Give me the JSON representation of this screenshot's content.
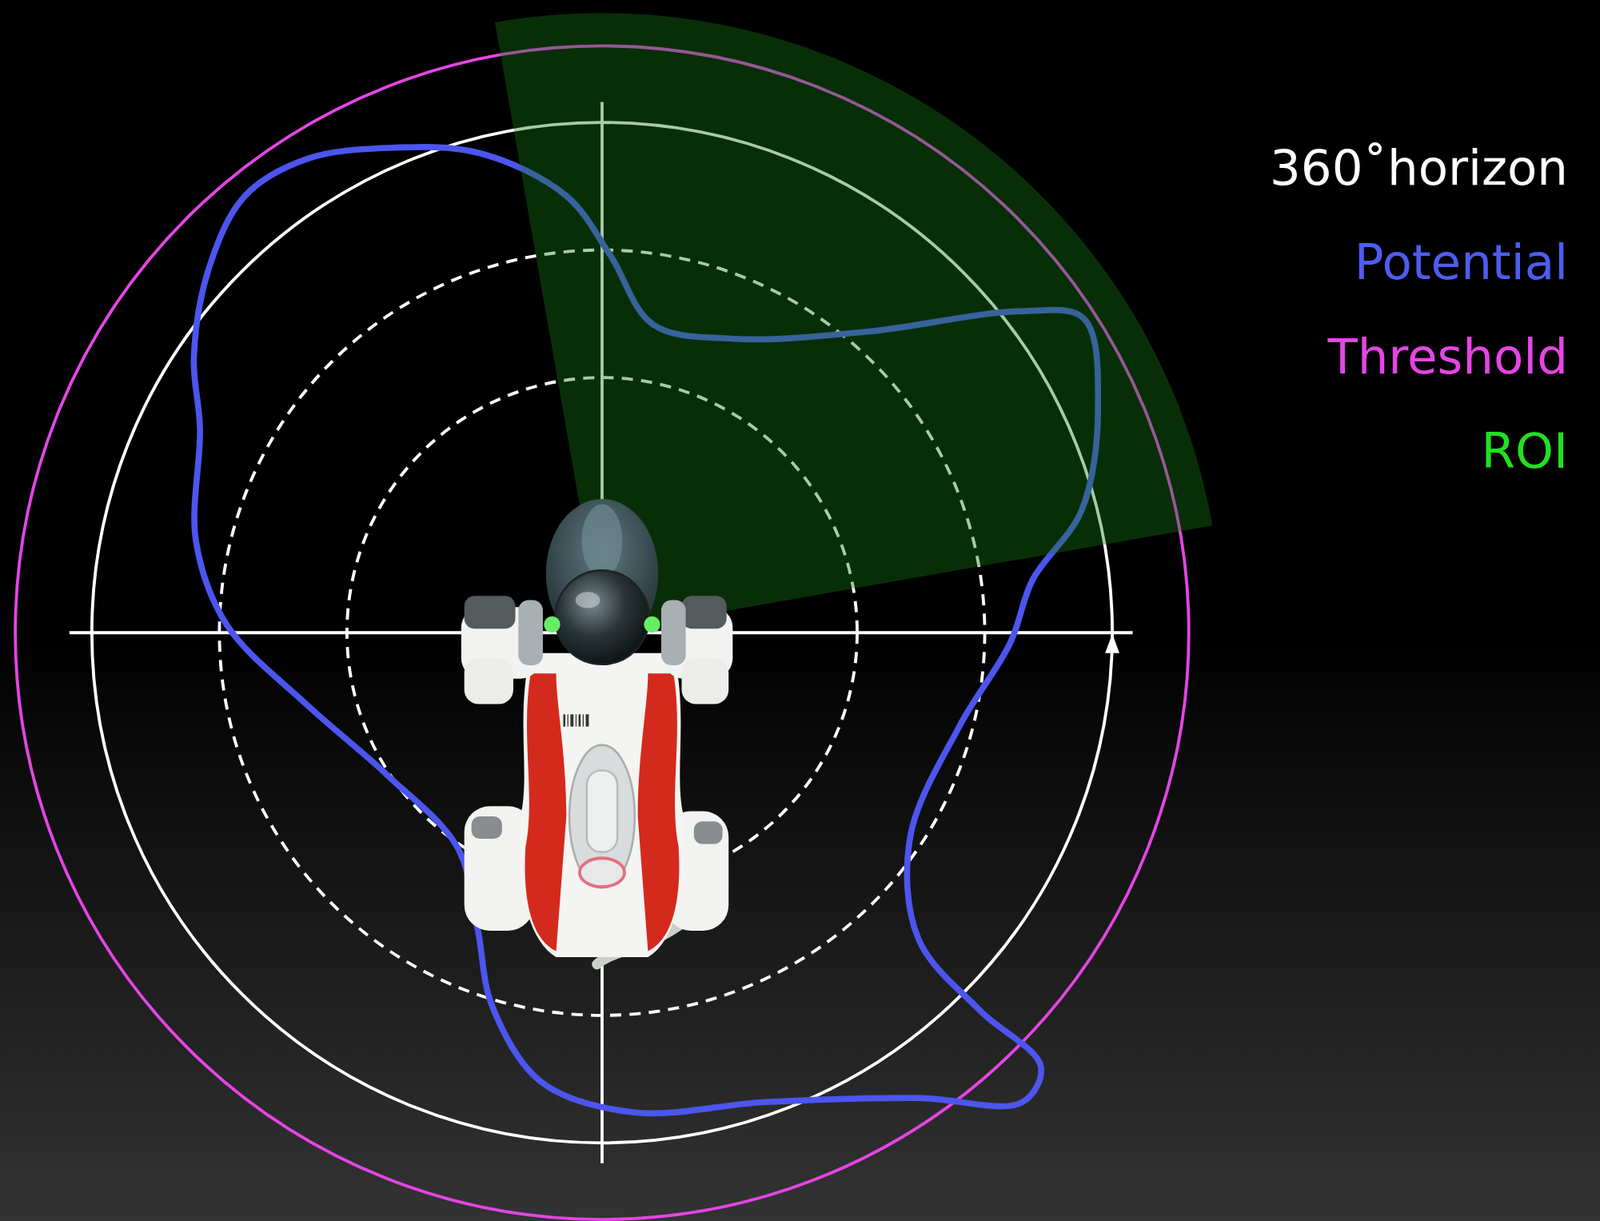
{
  "diagram": {
    "legend": [
      {
        "text": "360˚horizon",
        "color": "#ffffff"
      },
      {
        "text": "Potential",
        "color": "#4d5df0"
      },
      {
        "text": "Threshold",
        "color": "#e545e5"
      },
      {
        "text": "ROI",
        "color": "#22e022"
      }
    ]
  }
}
